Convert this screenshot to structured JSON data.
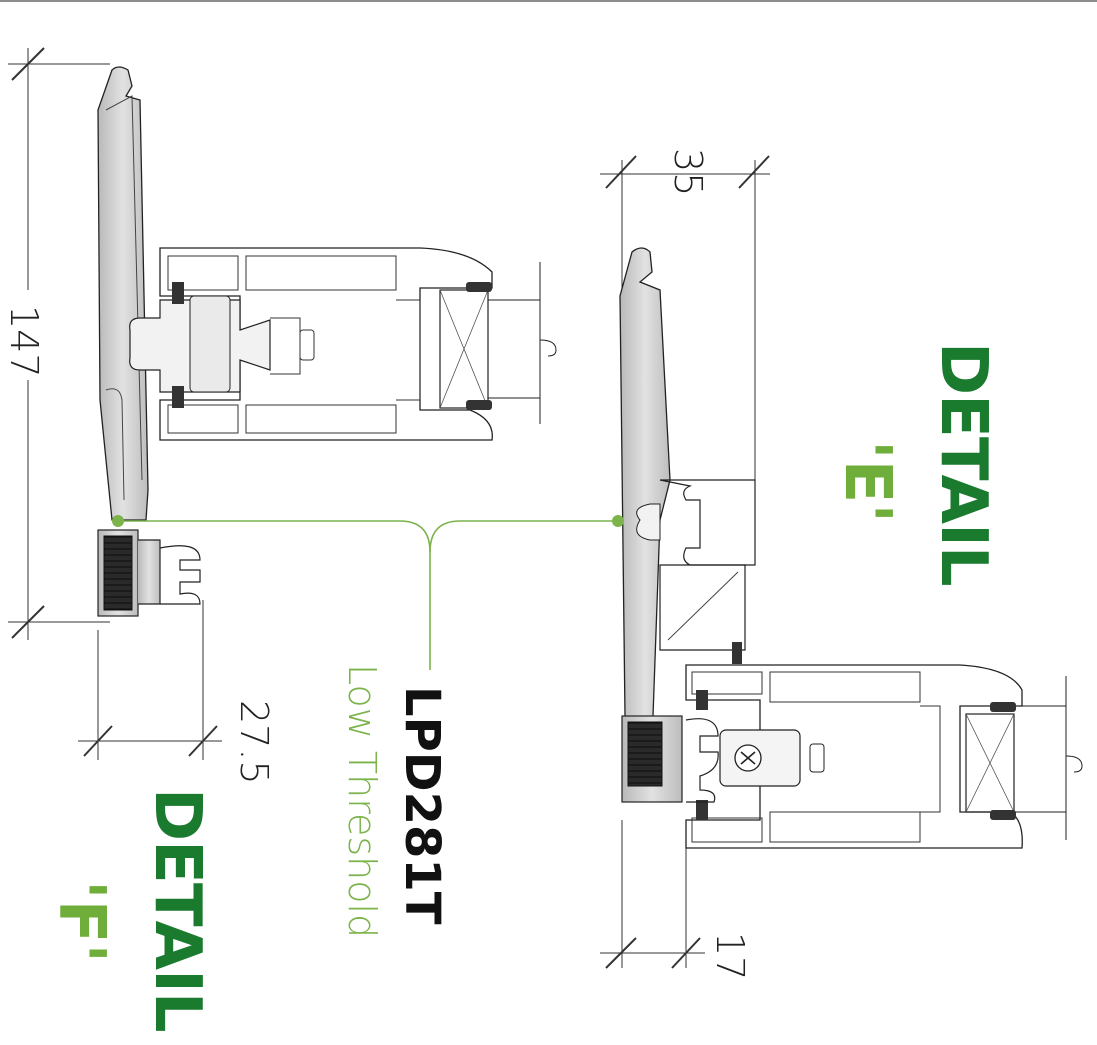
{
  "dimensions": {
    "overall_height": "147",
    "threshold_depth": "27.5",
    "frame_depth": "35",
    "sash_offset": "17"
  },
  "callout": {
    "code": "LPD281T",
    "description": "Low Threshold"
  },
  "details": {
    "e": {
      "word": "DETAIL",
      "letter": "'E'"
    },
    "f": {
      "word": "DETAIL",
      "letter": "'F'"
    }
  },
  "colors": {
    "detail_word": "#1a7a2e",
    "detail_letter": "#6fae3a",
    "callout_line": "#7cb34a",
    "profile_fill": "#d3d3d3",
    "outline": "#222222"
  }
}
